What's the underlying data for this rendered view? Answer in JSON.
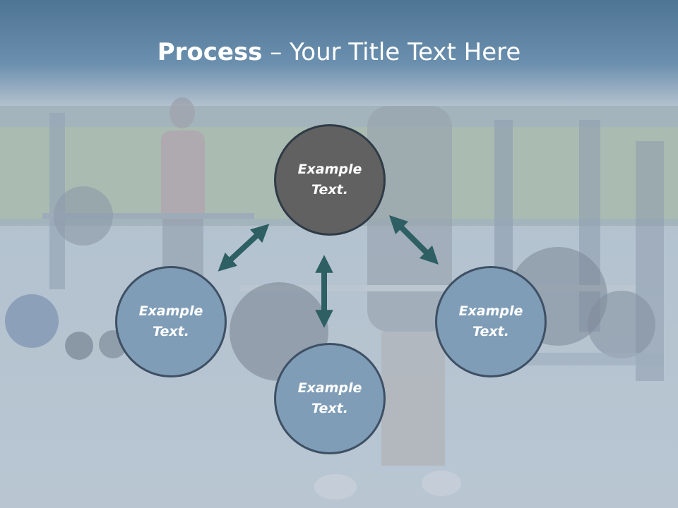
{
  "title": {
    "bold": "Process",
    "rest": " – Your Title Text Here"
  },
  "nodes": [
    {
      "id": "top",
      "label": "Example\nText.",
      "fill": "#616161"
    },
    {
      "id": "left",
      "label": "Example\nText.",
      "fill": "#7f9db7"
    },
    {
      "id": "right",
      "label": "Example\nText.",
      "fill": "#7f9db7"
    },
    {
      "id": "bottom",
      "label": "Example\nText.",
      "fill": "#7f9db7"
    }
  ],
  "colors": {
    "arrow": "#2d5f63",
    "title_band": "#5d83a3",
    "overlay": "#a7b8c8"
  }
}
